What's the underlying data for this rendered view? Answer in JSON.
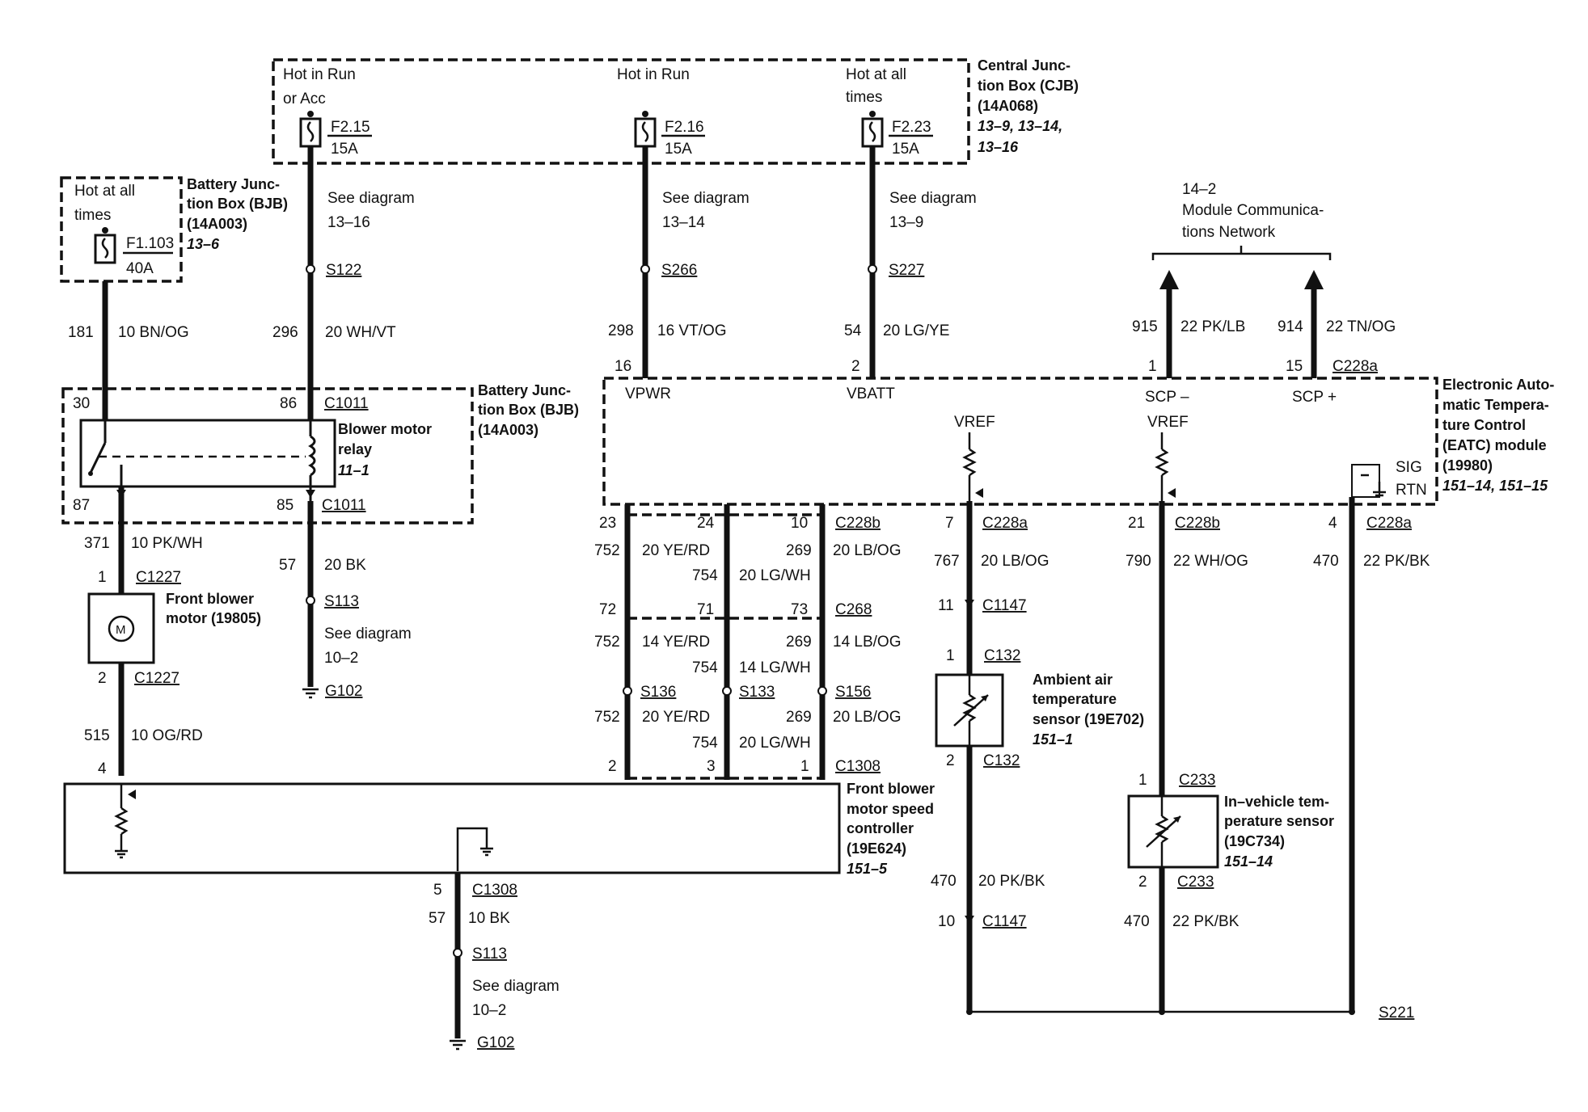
{
  "cjb": {
    "title": [
      "Central Junc-",
      "tion Box (CJB)",
      "(14A068)"
    ],
    "refs": [
      "13–9, 13–14,",
      "13–16"
    ],
    "fuses": [
      {
        "power": [
          "Hot in Run",
          "or Acc"
        ],
        "name": "F2.15",
        "amps": "15A",
        "see": [
          "See diagram",
          "13–16"
        ],
        "splice": "S122",
        "circuit": "296",
        "wire": "20 WH/VT"
      },
      {
        "power": [
          "Hot in Run"
        ],
        "name": "F2.16",
        "amps": "15A",
        "see": [
          "See diagram",
          "13–14"
        ],
        "splice": "S266",
        "circuit": "298",
        "wire": "16 VT/OG",
        "pin": "16",
        "eatc_label": "VPWR"
      },
      {
        "power": [
          "Hot at all",
          "times"
        ],
        "name": "F2.23",
        "amps": "15A",
        "see": [
          "See diagram",
          "13–9"
        ],
        "splice": "S227",
        "circuit": "54",
        "wire": "20 LG/YE",
        "pin": "2",
        "eatc_label": "VBATT"
      }
    ]
  },
  "bjb_fuse": {
    "power": [
      "Hot at all",
      "times"
    ],
    "name": "F1.103",
    "amps": "40A",
    "title": [
      "Battery Junc-",
      "tion Box (BJB)",
      "(14A003)"
    ],
    "ref": "13–6",
    "circuit": "181",
    "wire": "10 BN/OG"
  },
  "relay": {
    "title": [
      "Blower motor",
      "relay"
    ],
    "ref": "11–1",
    "box_title": [
      "Battery Junc-",
      "tion Box (BJB)",
      "(14A003)"
    ],
    "pins": {
      "p30": "30",
      "p86": "86",
      "p87": "87",
      "p85": "85"
    },
    "conn_top": "C1011",
    "conn_bottom": "C1011"
  },
  "blower_motor": {
    "title": [
      "Front blower",
      "motor (19805)"
    ],
    "symbol": "M",
    "circuit_in": "371",
    "wire_in": "10 PK/WH",
    "pin_top": "1",
    "conn_top": "C1227",
    "pin_bottom": "2",
    "conn_bottom": "C1227",
    "circuit_out": "515",
    "wire_out": "10 OG/RD"
  },
  "relay_ground": {
    "circuit": "57",
    "wire": "20 BK",
    "splice": "S113",
    "see": [
      "See diagram",
      "10–2"
    ],
    "ground": "G102"
  },
  "network": {
    "ref": "14–2",
    "title": [
      "Module Communica-",
      "tions Network"
    ],
    "lines": [
      {
        "circuit": "915",
        "wire": "22 PK/LB",
        "pin": "1",
        "label": "SCP –"
      },
      {
        "circuit": "914",
        "wire": "22 TN/OG",
        "pin": "15",
        "label": "SCP +"
      }
    ],
    "conn": "C228a"
  },
  "eatc": {
    "title": [
      "Electronic Auto-",
      "matic Tempera-",
      "ture Control",
      "(EATC) module",
      "(19980)"
    ],
    "refs": "151–14, 151–15",
    "vref1": "VREF",
    "vref2": "VREF",
    "sig": "SIG",
    "rtn": "RTN"
  },
  "harness": {
    "pins_top": [
      "23",
      "24",
      "10"
    ],
    "conn_top": "C228b",
    "rows": [
      {
        "c1": "752",
        "w1": "20 YE/RD",
        "c2": "269",
        "w2": "20 LB/OG",
        "c3": "754",
        "w3": "20 LG/WH"
      },
      {
        "c1": "752",
        "w1": "14 YE/RD",
        "c2": "269",
        "w2": "14 LB/OG",
        "c3": "754",
        "w3": "14 LG/WH"
      },
      {
        "c1": "752",
        "w1": "20 YE/RD",
        "c2": "269",
        "w2": "20 LB/OG",
        "c3": "754",
        "w3": "20 LG/WH"
      }
    ],
    "pins_mid": [
      "72",
      "71",
      "73"
    ],
    "conn_mid": "C268",
    "splices": [
      "S136",
      "S133",
      "S156"
    ],
    "pins_bottom": [
      "2",
      "3",
      "1"
    ],
    "conn_bottom": "C1308"
  },
  "speed_controller": {
    "title": [
      "Front blower",
      "motor speed",
      "controller",
      "(19E624)"
    ],
    "ref": "151–5",
    "pin_in": "4",
    "pin_out": "5",
    "conn_out": "C1308",
    "circuit": "57",
    "wire": "10 BK",
    "splice": "S113",
    "see": [
      "See diagram",
      "10–2"
    ],
    "ground": "G102"
  },
  "ambient": {
    "pin": "7",
    "conn": "C228a",
    "circuit": "767",
    "wire": "20 LB/OG",
    "inline_pin": "11",
    "inline_conn": "C1147",
    "sensor_pin_top": "1",
    "sensor_conn": "C132",
    "sensor_pin_bottom": "2",
    "sensor_conn_bottom": "C132",
    "title": [
      "Ambient air",
      "temperature",
      "sensor (19E702)"
    ],
    "ref": "151–1",
    "circuit_out": "470",
    "wire_out": "20 PK/BK",
    "inline_pin2": "10",
    "inline_conn2": "C1147"
  },
  "invehicle": {
    "pin": "21",
    "conn": "C228b",
    "circuit": "790",
    "wire": "22 WH/OG",
    "sensor_pin_top": "1",
    "sensor_conn": "C233",
    "sensor_pin_bottom": "2",
    "sensor_conn_bottom": "C233",
    "title": [
      "In–vehicle tem-",
      "perature sensor",
      "(19C734)"
    ],
    "ref": "151–14",
    "circuit_out": "470",
    "wire_out": "22 PK/BK"
  },
  "return": {
    "pin": "4",
    "conn": "C228a",
    "circuit": "470",
    "wire": "22 PK/BK",
    "splice": "S221"
  }
}
